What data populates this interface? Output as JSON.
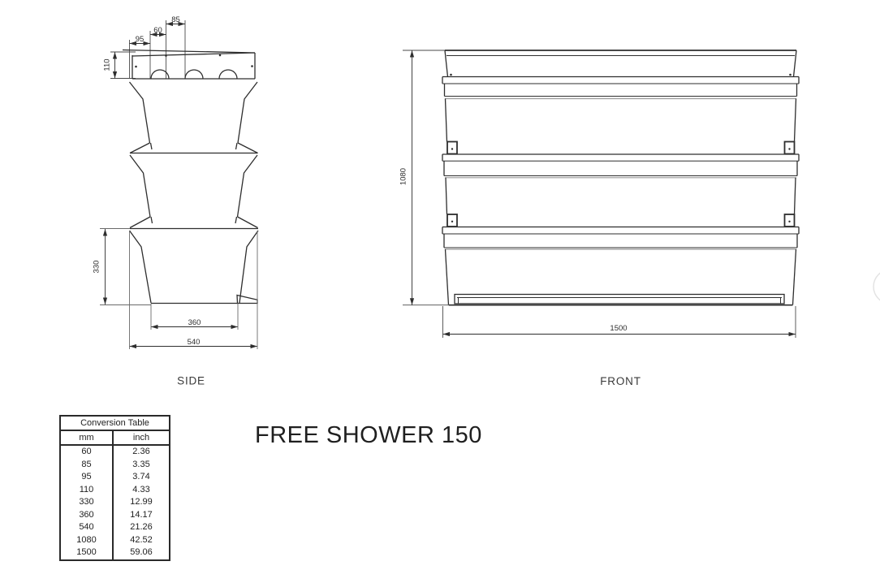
{
  "title": "FREE SHOWER 150",
  "views": {
    "side": {
      "label": "SIDE",
      "dims": {
        "d85": "85",
        "d60": "60",
        "d95": "95",
        "d110": "110",
        "d330": "330",
        "d360": "360",
        "d540": "540"
      }
    },
    "front": {
      "label": "FRONT",
      "dims": {
        "d1080": "1080",
        "d1500": "1500"
      }
    }
  },
  "conversion_table": {
    "title": "Conversion Table",
    "columns": [
      "mm",
      "inch"
    ],
    "rows": [
      [
        "60",
        "2.36"
      ],
      [
        "85",
        "3.35"
      ],
      [
        "95",
        "3.74"
      ],
      [
        "110",
        "4.33"
      ],
      [
        "330",
        "12.99"
      ],
      [
        "360",
        "14.17"
      ],
      [
        "540",
        "21.26"
      ],
      [
        "1080",
        "42.52"
      ],
      [
        "1500",
        "59.06"
      ]
    ]
  },
  "colors": {
    "line": "#2e2e2e",
    "line_light": "#9a9a9a",
    "text": "#1f1f1f",
    "widget_border": "#e3e3e3",
    "background": "#ffffff"
  }
}
